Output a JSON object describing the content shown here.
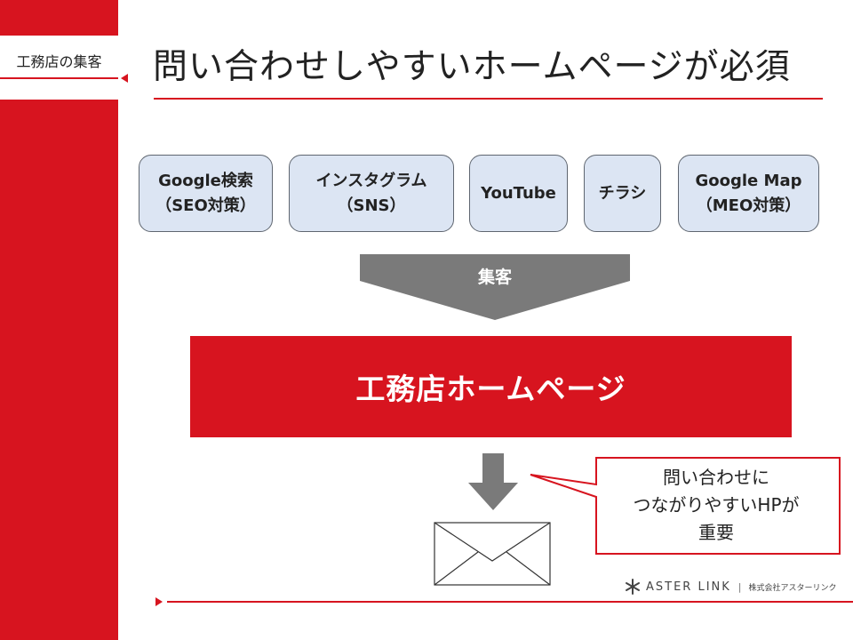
{
  "sidebar": {
    "section_label": "工務店の集客"
  },
  "slide": {
    "title": "問い合わせしやすいホームページが必須"
  },
  "channels": [
    {
      "line1": "Google検索",
      "line2": "（SEO対策）"
    },
    {
      "line1": "インスタグラム",
      "line2": "（SNS）"
    },
    {
      "line1": "YouTube"
    },
    {
      "line1": "チラシ"
    },
    {
      "line1": "Google Map",
      "line2": "（MEO対策）"
    }
  ],
  "funnel": {
    "label": "集客"
  },
  "homepage": {
    "label": "工務店ホームページ"
  },
  "callout": {
    "line1": "問い合わせに",
    "line2": "つながりやすいHPが",
    "line3": "重要"
  },
  "footer": {
    "logo_name": "ASTER LINK",
    "separator": "|",
    "company": "株式会社アスターリンク"
  },
  "icons": {
    "down_arrow": "down-arrow-icon",
    "envelope": "envelope-icon",
    "logo": "asterisk-logo-icon"
  },
  "colors": {
    "accent": "#d7141f",
    "channel_fill": "#dce5f3",
    "funnel_gray": "#7a7a7a"
  }
}
